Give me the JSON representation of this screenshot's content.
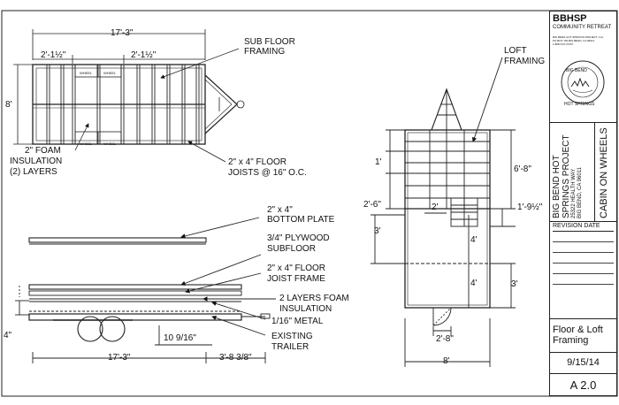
{
  "title_block": {
    "company": "BBHSP",
    "subtitle": "COMMUNITY RETREAT",
    "address_lines": [
      "BIG BEND HOT SPRINGS PROJECT, LLC",
      "PO BOX 760 BIG BEND, CA 96011",
      "1.888.XXX.XXXX"
    ],
    "logo_text_top": "BIG BEND",
    "logo_text_bottom": "HOT SPRINGS",
    "project_lines": [
      "BIG BEND HOT",
      "SPRINGS PROJECT"
    ],
    "project_address": [
      "25322 HEALTH WAY",
      "BIG BEND, CA 96011"
    ],
    "project_name": "CABIN ON WHEELS",
    "revision_label": "REVISION DATE",
    "sheet_title": "Floor & Loft Framing",
    "date": "9/15/14",
    "sheet_number": "A 2.0"
  },
  "plan_view": {
    "overall_length": "17'-3\"",
    "width": "8'",
    "left_bay": "2'-1½\"",
    "right_bay": "2'-1½\"",
    "wheel_label": "WHEEL",
    "note_subfloor": [
      "SUB FLOOR",
      "FRAMING"
    ],
    "note_foam": [
      "2\" FOAM",
      "INSULATION",
      "(2) LAYERS"
    ],
    "note_joists": [
      "2\" x 4\"  FLOOR",
      "JOISTS @ 16\" O.C."
    ]
  },
  "section_view": {
    "notes": [
      [
        "2\" x 4\"",
        "BOTTOM PLATE"
      ],
      [
        "3/4\" PLYWOOD",
        "SUBFLOOR"
      ],
      [
        "2\" x 4\" FLOOR",
        "JOIST FRAME"
      ],
      [
        "2 LAYERS FOAM",
        "INSULATION"
      ],
      [
        "1/16\" METAL"
      ],
      [
        "EXISTING",
        "TRAILER"
      ]
    ],
    "dim_height": "4\"",
    "dim_axle": "10 9/16\"",
    "dim_length": "17'-3\"",
    "dim_tongue": "3'-8 3/8\""
  },
  "loft_view": {
    "note_loft": [
      "LOFT",
      "FRAMING"
    ],
    "dims_left": [
      "1'",
      "2'-6\"",
      "3'"
    ],
    "dims_right": [
      "6'-8\"",
      "1'-9½\"",
      "3'"
    ],
    "dims_inner": [
      "2'",
      "4'",
      "4'"
    ],
    "dim_door": "2'-8\"",
    "dim_width": "8'"
  }
}
